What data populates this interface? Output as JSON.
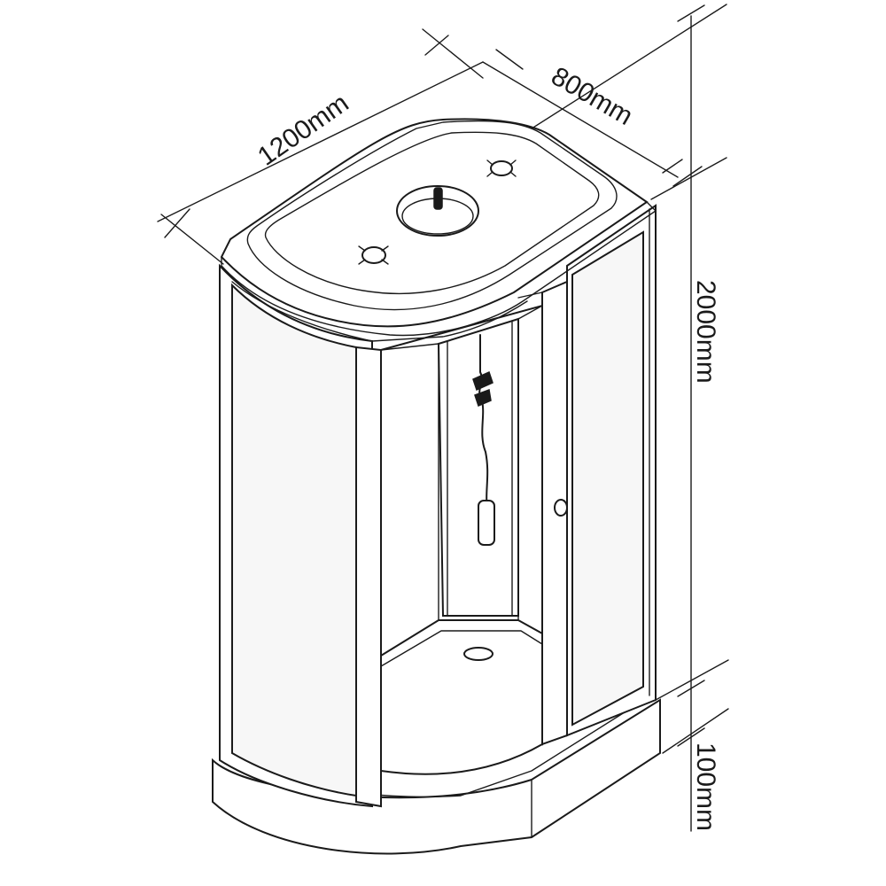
{
  "dimensions": {
    "length": "1200mm",
    "width": "800mm",
    "height": "2000mm",
    "tray_height": "100mm"
  },
  "colors": {
    "line": "#1a1a1a",
    "background": "#ffffff",
    "glass": "#f7f7f7"
  }
}
